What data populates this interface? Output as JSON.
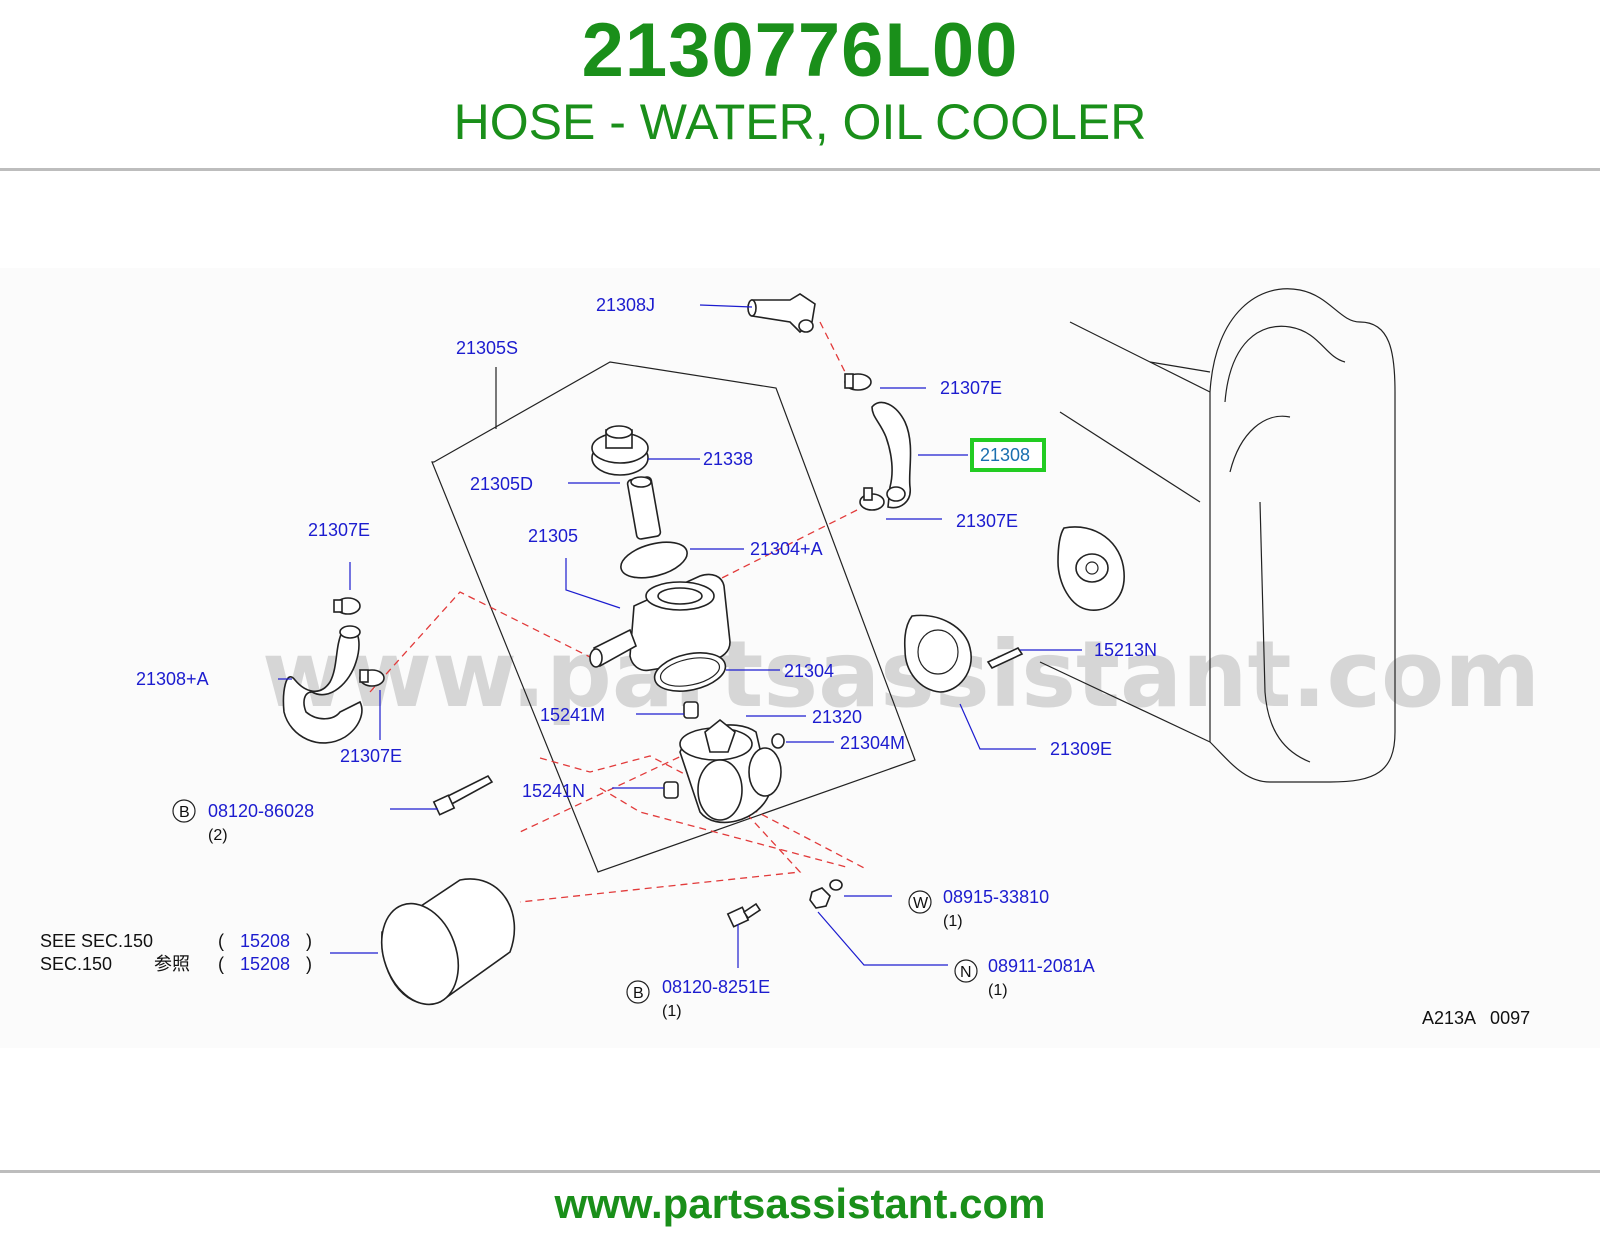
{
  "header": {
    "part_number": "2130776L00",
    "part_name": "HOSE - WATER, OIL COOLER"
  },
  "watermark": "www.partsassistant.com",
  "callouts": {
    "c21308J": "21308J",
    "c21305S": "21305S",
    "c21307E_top": "21307E",
    "c21308": "21308",
    "c21338": "21338",
    "c21305D": "21305D",
    "c21307E_mid": "21307E",
    "c21305": "21305",
    "c21304A": "21304+A",
    "c21307E_left": "21307E",
    "c15213N": "15213N",
    "c21308A": "21308+A",
    "c21304": "21304",
    "c15241M": "15241M",
    "c21320": "21320",
    "c21304M": "21304M",
    "c21309E": "21309E",
    "c21307E_low": "21307E",
    "c15241N": "15241N",
    "c08120_86028": "08120-86028",
    "c08120_86028_qty": "(2)",
    "c08915_33810": "08915-33810",
    "c08915_33810_qty": "(1)",
    "c08911_2081A": "08911-2081A",
    "c08911_2081A_qty": "(1)",
    "c08120_8251E": "08120-8251E",
    "c08120_8251E_qty": "(1)",
    "badge_b1": "B",
    "badge_b2": "B",
    "badge_w": "W",
    "badge_n": "N"
  },
  "see_note": {
    "line1_prefix": "SEE   SEC.150",
    "line2_prefix": "SEC.150",
    "line2_jp": "参照",
    "open_paren": "(",
    "close_paren": ")",
    "ref1": "15208",
    "ref2": "15208"
  },
  "diagram_code": "A213A   0097",
  "highlight_color": "#22cc22",
  "brand_color": "#1a8f1a",
  "callout_color": "#1c1ccf",
  "footer": {
    "url": "www.partsassistant.com"
  }
}
